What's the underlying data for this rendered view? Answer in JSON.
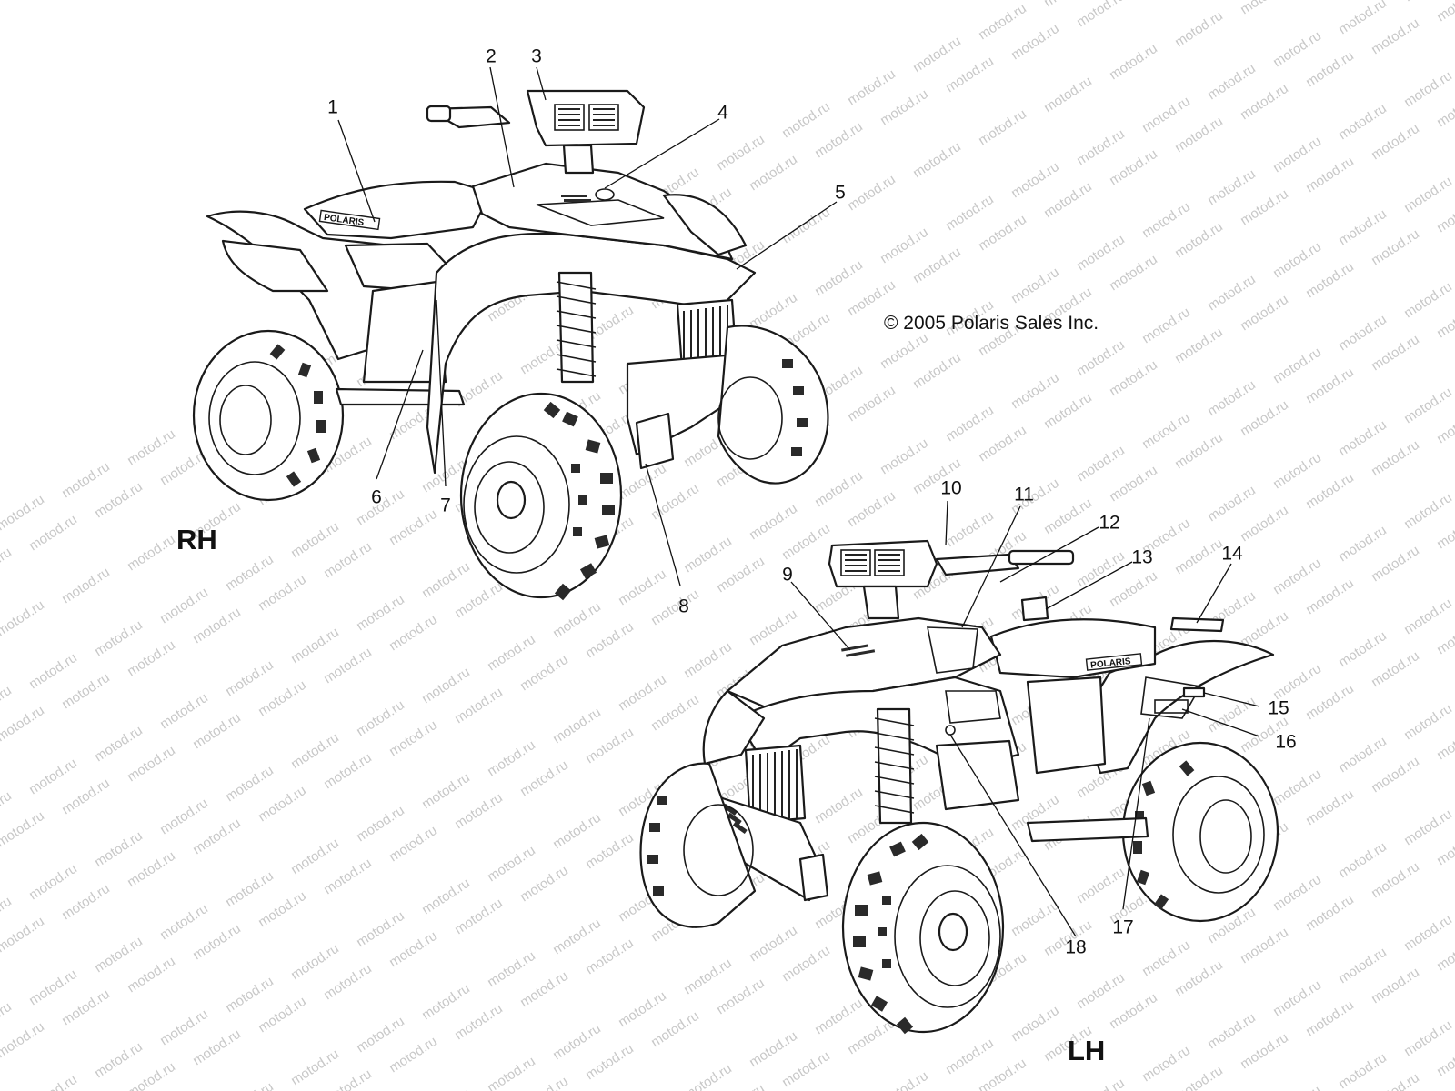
{
  "watermark": {
    "text": "motod.ru",
    "color": "#c8c8c8"
  },
  "copyright": "© 2005 Polaris Sales Inc.",
  "views": {
    "rh": {
      "label": "RH"
    },
    "lh": {
      "label": "LH"
    }
  },
  "callouts": [
    "1",
    "2",
    "3",
    "4",
    "5",
    "6",
    "7",
    "8",
    "9",
    "10",
    "11",
    "12",
    "13",
    "14",
    "15",
    "16",
    "17",
    "18"
  ],
  "decal_text": "POLARIS"
}
